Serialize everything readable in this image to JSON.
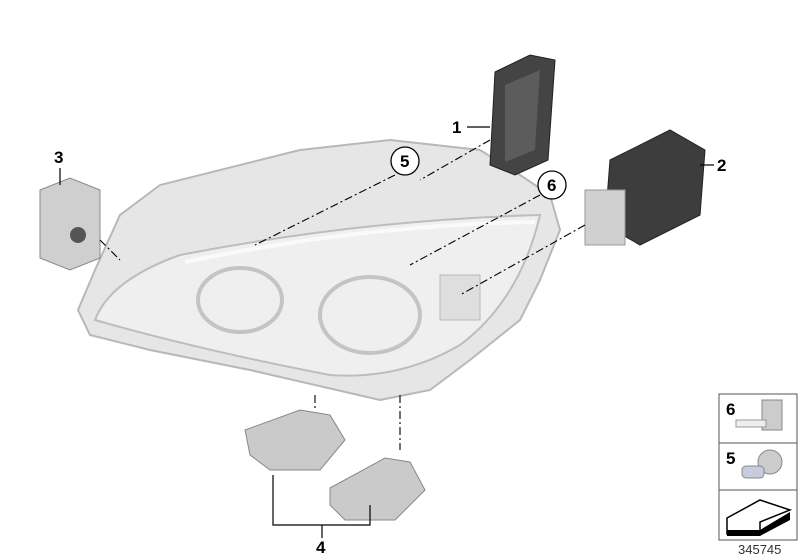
{
  "callouts": {
    "part1": "1",
    "part2": "2",
    "part3": "3",
    "part4": "4",
    "part5": "5",
    "part6": "6"
  },
  "legend": {
    "bulb6": "6",
    "bulb5": "5"
  },
  "diagram_number": "345745",
  "colors": {
    "part_light": "#d9d9d9",
    "part_dark": "#3a3a3a",
    "line": "#000000"
  }
}
